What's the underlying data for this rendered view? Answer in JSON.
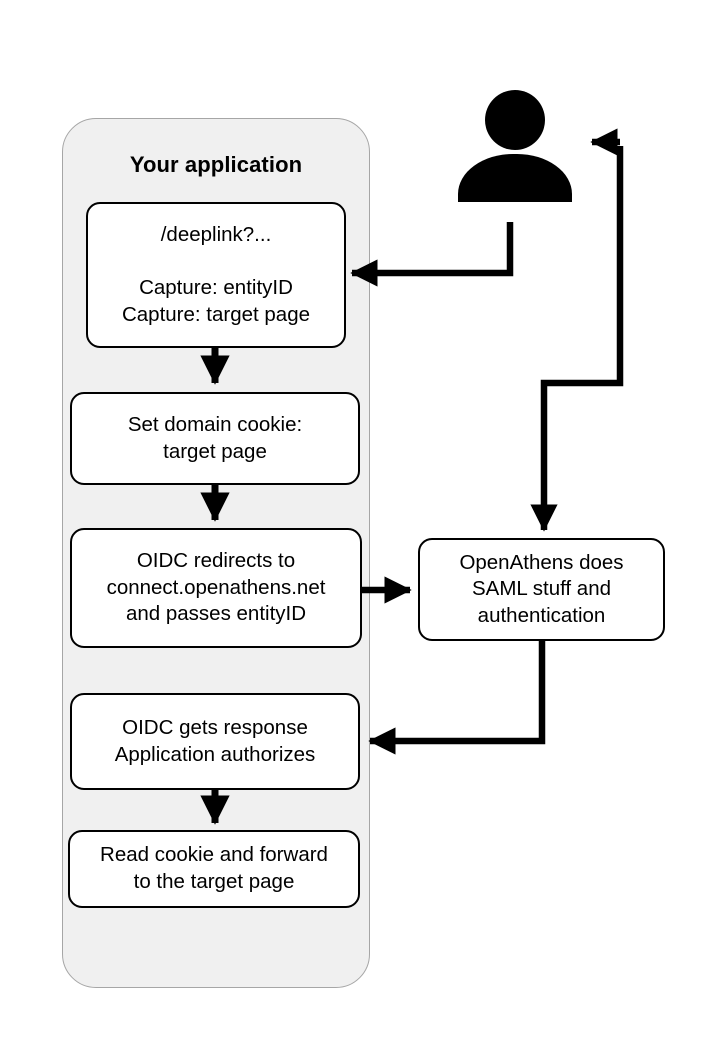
{
  "diagram": {
    "title_visible": false,
    "background": "#ffffff",
    "group": {
      "label": "Your application",
      "fill": "#f0f0f0",
      "stroke": "#a6a6a6"
    },
    "actor": {
      "name": "user-actor",
      "label": ""
    },
    "nodes": [
      {
        "id": "deeplink",
        "text": "/deeplink?...\n\nCapture: entityID\nCapture: target page"
      },
      {
        "id": "set-cookie",
        "text": "Set domain cookie:\ntarget page"
      },
      {
        "id": "oidc-redirect",
        "text": "OIDC redirects to\nconnect.openathens.net\nand passes entityID"
      },
      {
        "id": "oidc-response",
        "text": "OIDC gets response\nApplication authorizes"
      },
      {
        "id": "read-cookie",
        "text": "Read cookie and forward\nto the target page"
      },
      {
        "id": "openathens",
        "text": "OpenAthens does\nSAML stuff and\nauthentication"
      }
    ],
    "edges": [
      {
        "id": "user-to-deeplink",
        "from": "user-actor",
        "to": "deeplink"
      },
      {
        "id": "deeplink-to-set-cookie",
        "from": "deeplink",
        "to": "set-cookie"
      },
      {
        "id": "set-cookie-to-oidc-redirect",
        "from": "set-cookie",
        "to": "oidc-redirect"
      },
      {
        "id": "oidc-redirect-to-openathens",
        "from": "oidc-redirect",
        "to": "openathens"
      },
      {
        "id": "openathens-to-oidc-response",
        "from": "openathens",
        "to": "oidc-response"
      },
      {
        "id": "oidc-response-to-read-cookie",
        "from": "oidc-response",
        "to": "read-cookie"
      },
      {
        "id": "return-to-user",
        "from": "openathens-branch",
        "to": "user-actor"
      }
    ],
    "stroke_color": "#000000"
  }
}
